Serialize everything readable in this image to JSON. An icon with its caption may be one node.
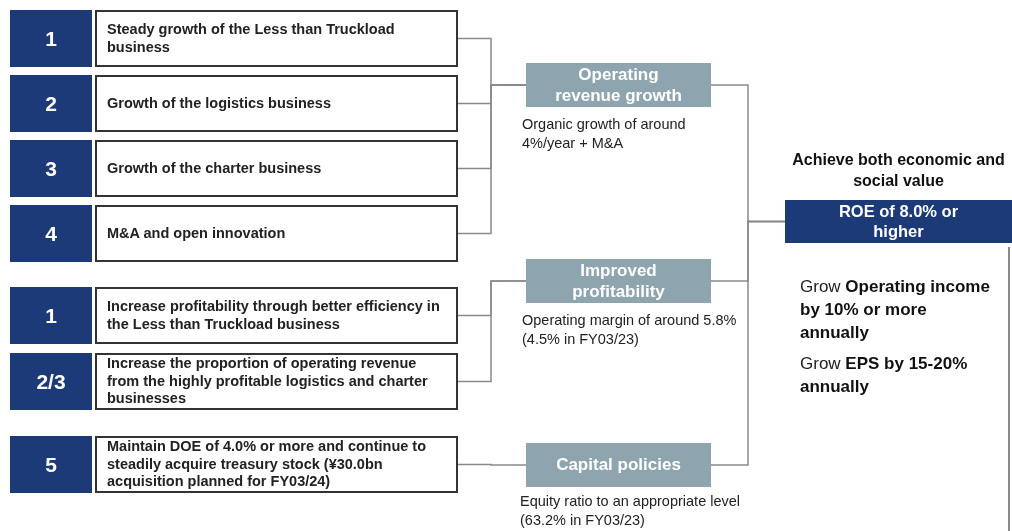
{
  "diagram": {
    "nodes": [
      {
        "text": [
          "1"
        ]
      },
      {
        "text": [
          "Steady growth of the Less than Truckload business"
        ]
      },
      {
        "text": [
          "2"
        ]
      },
      {
        "text": [
          "Growth of the logistics business"
        ]
      },
      {
        "text": [
          "3"
        ]
      },
      {
        "text": [
          "Growth of the charter business"
        ]
      },
      {
        "text": [
          "4"
        ]
      },
      {
        "text": [
          "M&A and open innovation"
        ]
      },
      {
        "text": [
          "Operating revenue growth"
        ],
        "beside": [
          "Organic growth of around 4%/year + M&A"
        ]
      },
      {
        "text": [
          "1"
        ]
      },
      {
        "text": [
          "Increase profitability through better efficiency in the Less than Truckload business"
        ]
      },
      {
        "text": [
          "2/3"
        ]
      },
      {
        "text": [
          "Increase the proportion of operating revenue from the highly profitable logistics and charter businesses"
        ]
      },
      {
        "text": [
          "Improved profitability"
        ],
        "beside": [
          "Operating margin of around 5.8% (4.5% in FY03/23)"
        ]
      },
      {
        "text": [
          "5"
        ]
      },
      {
        "text": [
          "Maintain DOE of 4.0% or more and continue to steadily acquire treasury stock (¥30.0bn acquisition planned for FY03/24)"
        ]
      },
      {
        "text": [
          "Capital policies"
        ],
        "beside": [
          "Equity ratio to an appropriate level (63.2% in FY03/23)"
        ]
      },
      {
        "text": [
          "Achieve both economic and social value",
          "ROE of 8.0% or higher"
        ]
      }
    ],
    "edges": [
      {
        "from": 1,
        "to": 8,
        "arrow": "none"
      },
      {
        "from": 3,
        "to": 8,
        "arrow": "none"
      },
      {
        "from": 5,
        "to": 8,
        "arrow": "none"
      },
      {
        "from": 7,
        "to": 8,
        "arrow": "none"
      },
      {
        "from": 10,
        "to": 13,
        "arrow": "none"
      },
      {
        "from": 12,
        "to": 13,
        "arrow": "none"
      },
      {
        "from": 15,
        "to": 16,
        "arrow": "none"
      },
      {
        "from": 8,
        "to": 17,
        "arrow": "none"
      },
      {
        "from": 13,
        "to": 17,
        "arrow": "none"
      },
      {
        "from": 16,
        "to": 17,
        "arrow": "none"
      }
    ],
    "labels": [
      "Grow **Operating income by 10% or more annually**",
      "Grow **EPS by 15-20% annually**"
    ]
  }
}
